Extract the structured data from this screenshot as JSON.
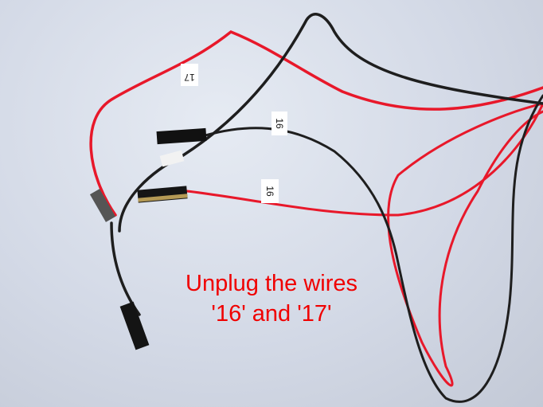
{
  "caption": {
    "line1": "Unplug the wires",
    "line2": "'16' and '17'"
  },
  "wire_labels": {
    "label_a": "17",
    "label_b": "16",
    "label_c": "16"
  },
  "colors": {
    "red_wire": "#e8182a",
    "black_wire": "#1e1e1e",
    "caption": "#f00000"
  }
}
